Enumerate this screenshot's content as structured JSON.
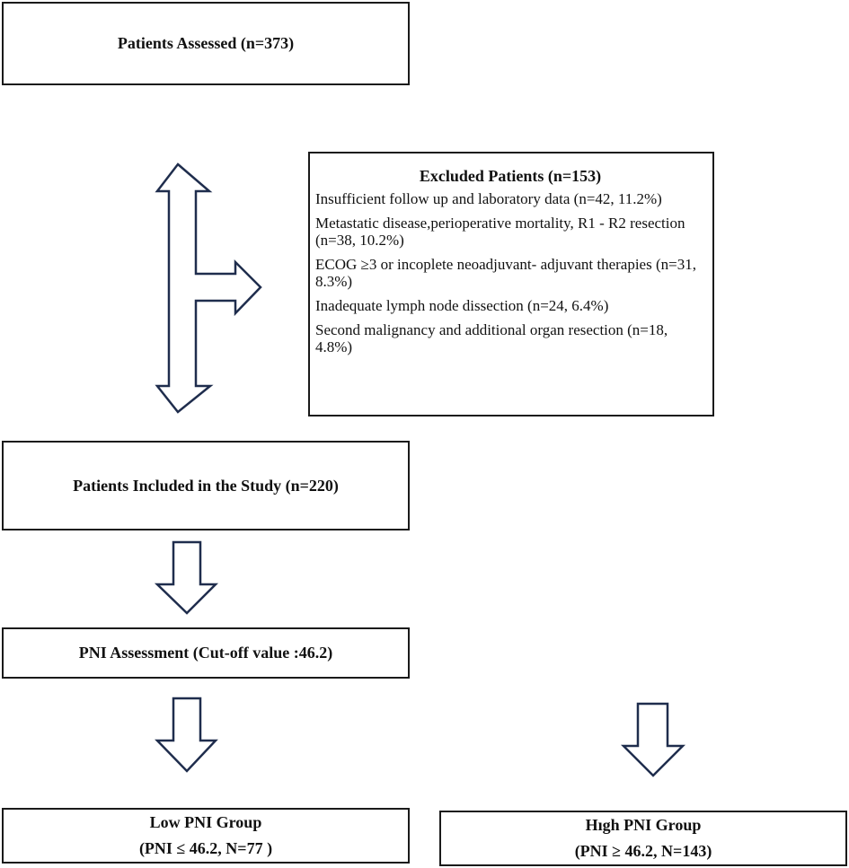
{
  "assessed": {
    "text": "Patients Assessed (n=373)"
  },
  "excluded": {
    "title": "Excluded Patients (n=153)",
    "items": [
      "Insufficient follow up and laboratory data (n=42, 11.2%)",
      "Metastatic disease,perioperative mortality, R1 - R2 resection (n=38, 10.2%)",
      "ECOG ≥3 or incoplete neoadjuvant- adjuvant therapies (n=31, 8.3%)",
      "Inadequate lymph node dissection (n=24, 6.4%)",
      "Second malignancy and additional organ resection (n=18, 4.8%)"
    ]
  },
  "included": {
    "text": "Patients Included in the Study (n=220)"
  },
  "pni": {
    "text": "PNI Assessment (Cut-off value :46.2)"
  },
  "low_group": {
    "title": "Low PNI Group",
    "detail": "(PNI ≤ 46.2, N=77 )"
  },
  "high_group": {
    "title": "Hıgh PNI Group",
    "detail": "(PNI ≥ 46.2, N=143)"
  },
  "colors": {
    "arrow_outline": "#1f2d4d",
    "box_border": "#1a1a1a"
  }
}
